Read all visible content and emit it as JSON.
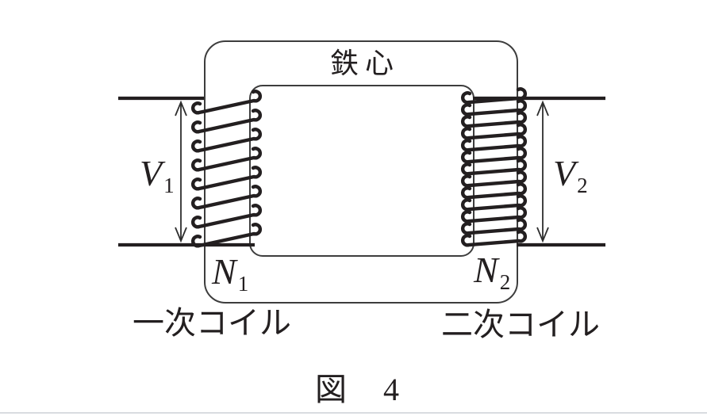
{
  "figure": {
    "core_label": "鉄心",
    "primary_coil": {
      "label": "一次コイル",
      "voltage": {
        "base": "V",
        "sub": "1"
      },
      "turns": {
        "base": "N",
        "sub": "1"
      },
      "winding_count": 8
    },
    "secondary_coil": {
      "label": "二次コイル",
      "voltage": {
        "base": "V",
        "sub": "2"
      },
      "turns": {
        "base": "N",
        "sub": "2"
      },
      "winding_count": 13
    },
    "caption": {
      "label": "図",
      "number": "4"
    }
  },
  "colors": {
    "ink": "#231f20",
    "thin_line": "#3d3d3d",
    "divider": "#d9dce0",
    "background": "#ffffff"
  }
}
